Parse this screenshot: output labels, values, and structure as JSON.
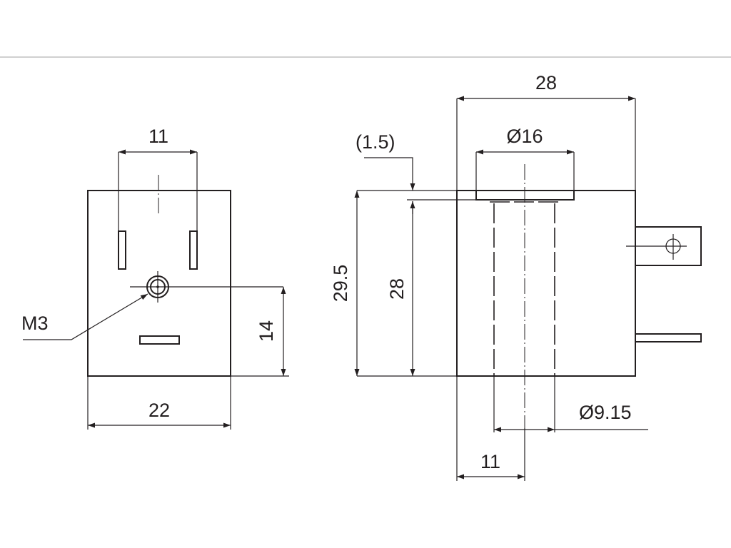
{
  "colors": {
    "line": "#231f20",
    "background": "#ffffff",
    "rule": "#b3b3b3"
  },
  "left_view": {
    "pin_spacing": "11",
    "thread": "M3",
    "screw_height": "14",
    "width": "22"
  },
  "right_view": {
    "overall_length": "28",
    "gap": "(1.5)",
    "boss_diameter": "Ø16",
    "overall_height": "29.5",
    "body_height": "28",
    "bore_diameter": "Ø9.15",
    "bore_offset": "11"
  }
}
